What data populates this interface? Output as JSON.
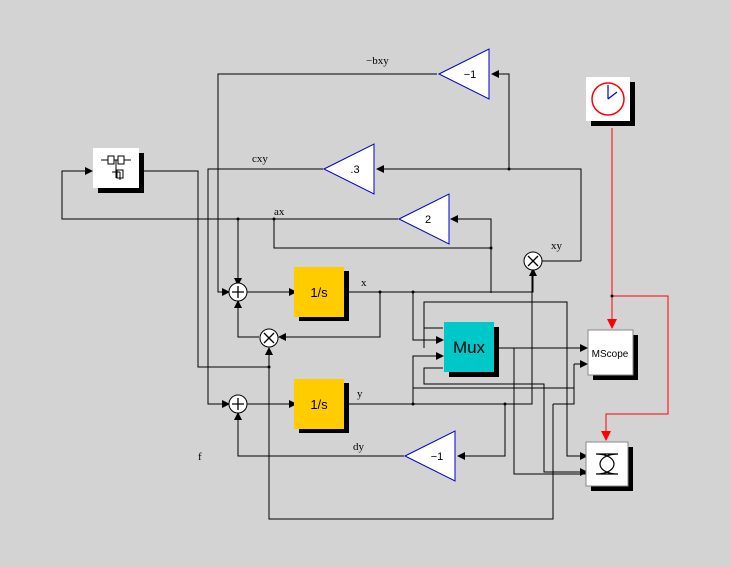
{
  "blocks": {
    "gain_minus_bxy": {
      "value": "−1"
    },
    "gain_cxy": {
      "value": ".3"
    },
    "gain_ax": {
      "value": "2"
    },
    "gain_dy": {
      "value": "−1"
    },
    "integrator_x": {
      "label": "1/s"
    },
    "integrator_y": {
      "label": "1/s"
    },
    "mux": {
      "label": "Mux"
    },
    "mscope": {
      "label": "MScope"
    }
  },
  "signals": {
    "minus_bxy": "−bxy",
    "cxy": "cxy",
    "ax": "ax",
    "xy": "xy",
    "x": "x",
    "y": "y",
    "dy": "dy",
    "f": "f"
  },
  "colors": {
    "background": "#d3d3d3",
    "integrator": "#ffcc00",
    "mux": "#00c8c8",
    "clock_wire": "#ff0000",
    "gain_outline": "#0000cc"
  }
}
